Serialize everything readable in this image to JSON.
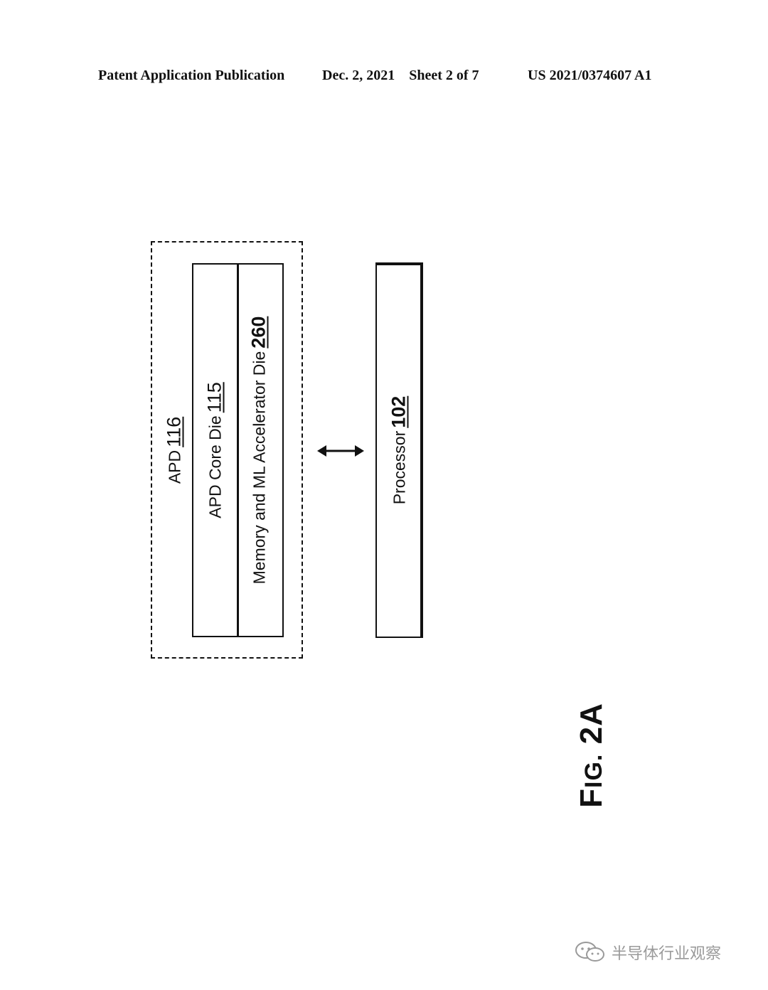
{
  "header": {
    "publication": "Patent Application Publication",
    "date_sheet": "Dec. 2, 2021    Sheet 2 of 7",
    "number": "US 2021/0374607 A1"
  },
  "diagram": {
    "apd": {
      "label": "APD",
      "ref": "116"
    },
    "core_die": {
      "label": "APD Core Die",
      "ref": "115"
    },
    "memory_die": {
      "label": "Memory and ML Accelerator Die",
      "ref": "260"
    },
    "processor": {
      "label": "Processor",
      "ref": "102"
    }
  },
  "figure": {
    "prefix": "F",
    "small": "IG.",
    "number": "2A"
  },
  "watermark": {
    "text": "半导体行业观察",
    "icon": "wechat-icon"
  }
}
